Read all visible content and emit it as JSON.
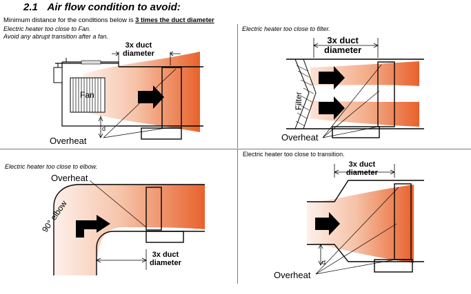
{
  "section": {
    "number": "2.1",
    "title": "Air flow condition to avoid:"
  },
  "intro": {
    "lead": "Minimum distance for the conditions below is ",
    "emphasis": "3 times the duct diameter"
  },
  "panels": {
    "fan": {
      "caption_1": "Electric heater too close to Fan.",
      "caption_2": "Avoid any abrupt transition after a fan.",
      "dimension_label_1": "3x duct",
      "dimension_label_2": "diameter",
      "fan_label": "Fan",
      "d_label": "d",
      "overheat_label": "Overheat"
    },
    "filter": {
      "caption": "Electric heater too close to filter.",
      "dimension_label_1": "3x duct",
      "dimension_label_2": "diameter",
      "filter_label": "Filter",
      "overheat_label": "Overheat"
    },
    "elbow": {
      "caption": "Electric heater too close to elbow.",
      "overheat_label": "Overheat",
      "elbow_label": "90° elbow",
      "dimension_label_1": "3x duct",
      "dimension_label_2": "diameter"
    },
    "transition": {
      "caption": "Electric heater too close to transition.",
      "dimension_label_1": "3x duct",
      "dimension_label_2": "diameter",
      "d_label": "d",
      "overheat_label": "Overheat"
    }
  },
  "colors": {
    "airflow_light": "#fbe6dc",
    "airflow_dark": "#e8622c",
    "arrow": "#000000"
  }
}
